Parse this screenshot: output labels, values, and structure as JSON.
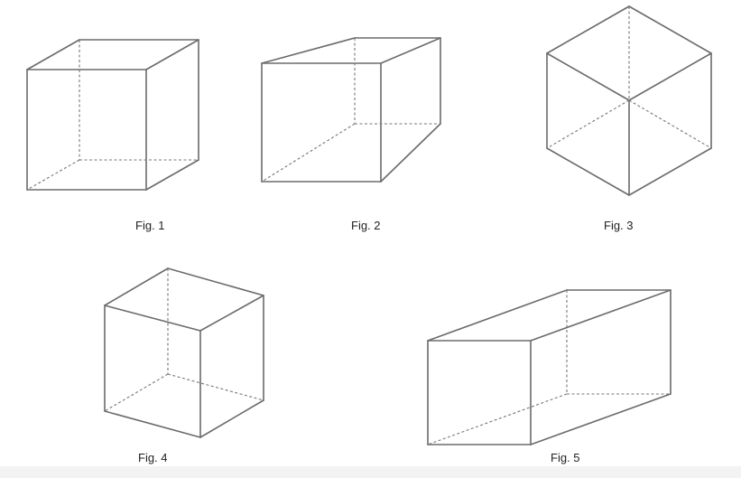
{
  "figures": [
    {
      "id": "fig1",
      "caption": "Fig. 1"
    },
    {
      "id": "fig2",
      "caption": "Fig. 2"
    },
    {
      "id": "fig3",
      "caption": "Fig. 3"
    },
    {
      "id": "fig4",
      "caption": "Fig. 4"
    },
    {
      "id": "fig5",
      "caption": "Fig. 5"
    }
  ],
  "colors": {
    "line": "#6b6b6b",
    "hidden_line": "#777777",
    "caption": "#222222",
    "background": "#ffffff"
  }
}
